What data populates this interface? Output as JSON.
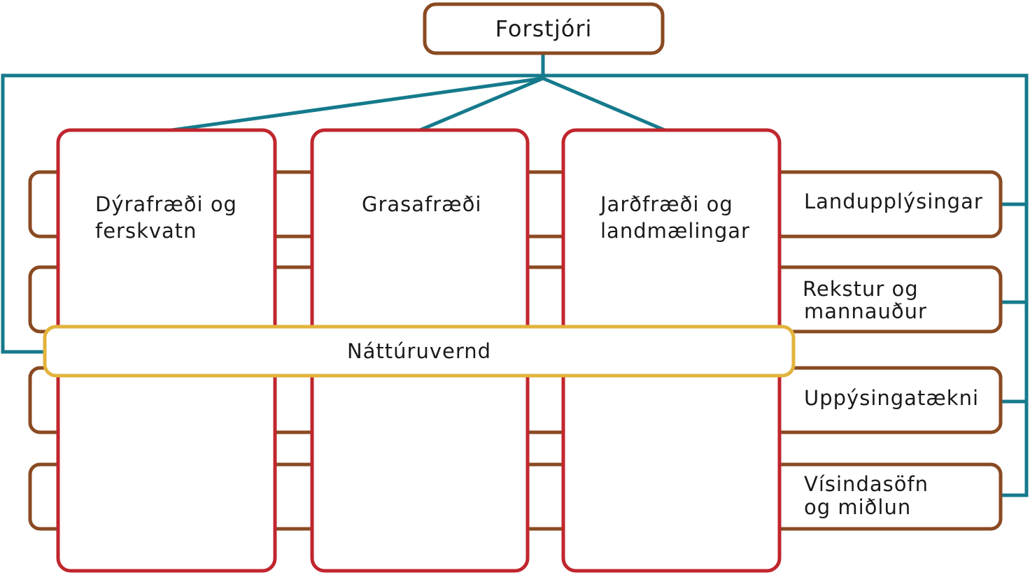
{
  "colors": {
    "connector": "#157a8c",
    "band_border": "#8a4a22",
    "department_border": "#c0262d",
    "crosscutting_border": "#e2b33c",
    "text": "#1a1a1a"
  },
  "director": {
    "label": "Forstjóri"
  },
  "departments": [
    {
      "line1": "Dýrafræði og",
      "line2": "ferskvatn"
    },
    {
      "line1": "Grasafræði",
      "line2": ""
    },
    {
      "line1": "Jarðfræði og",
      "line2": "landmælingar"
    }
  ],
  "support_units": [
    {
      "line1": "Landupplýsingar",
      "line2": ""
    },
    {
      "line1": "Rekstur og",
      "line2": "mannauður"
    },
    {
      "line1": "Uppýsingatækni",
      "line2": ""
    },
    {
      "line1": "Vísindasöfn",
      "line2": "og miðlun"
    }
  ],
  "crosscutting": {
    "label": "Náttúruvernd"
  }
}
